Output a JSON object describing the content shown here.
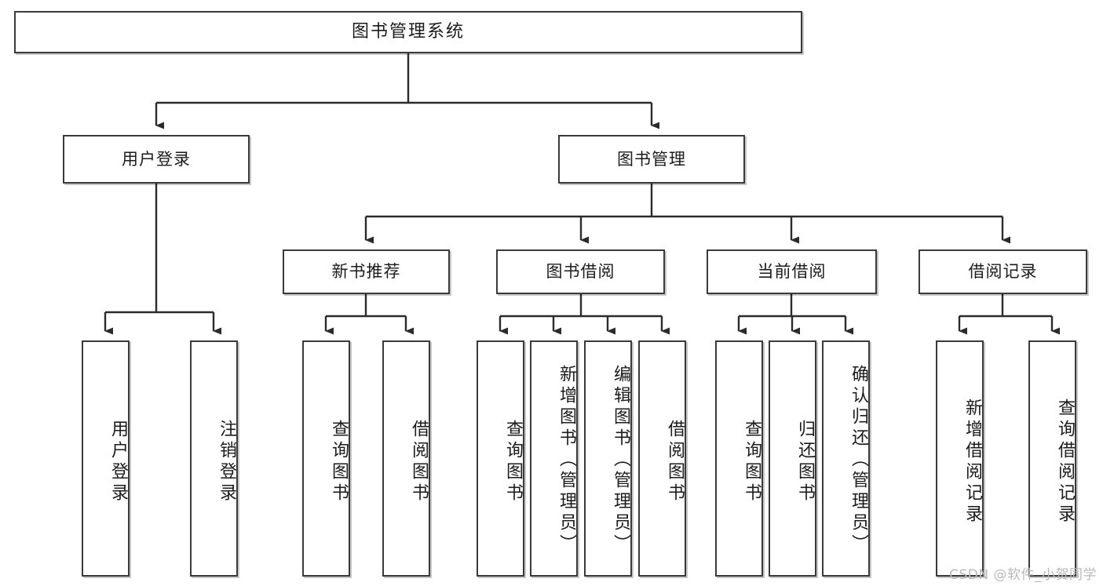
{
  "diagram": {
    "title": "图书管理系统",
    "type": "功能结构图",
    "colors": {
      "box_border": "#3a3a3a",
      "box_fill": "#ffffff",
      "connector": "#2b2b2b",
      "text": "#1b1b1b",
      "watermark": "#b9b9b9"
    },
    "root": {
      "label": "图书管理系统"
    },
    "level2": [
      {
        "label": "用户登录"
      },
      {
        "label": "图书管理"
      }
    ],
    "level3": [
      {
        "label": "新书推荐"
      },
      {
        "label": "图书借阅"
      },
      {
        "label": "当前借阅"
      },
      {
        "label": "借阅记录"
      }
    ],
    "leaves": {
      "user_login": [
        {
          "label": "用户登录"
        },
        {
          "label": "注销登录"
        }
      ],
      "new_book_recommend": [
        {
          "label": "查询图书"
        },
        {
          "label": "借阅图书"
        }
      ],
      "book_borrow": [
        {
          "label": "查询图书"
        },
        {
          "label": "新增图书（管理员）"
        },
        {
          "label": "编辑图书（管理员）"
        },
        {
          "label": "借阅图书"
        }
      ],
      "current_borrow": [
        {
          "label": "查询图书"
        },
        {
          "label": "归还图书"
        },
        {
          "label": "确认归还（管理员）"
        }
      ],
      "borrow_record": [
        {
          "label": "新增借阅记录"
        },
        {
          "label": "查询借阅记录"
        }
      ]
    }
  },
  "watermark": {
    "text": "CSDN @软件_小贺同学"
  }
}
